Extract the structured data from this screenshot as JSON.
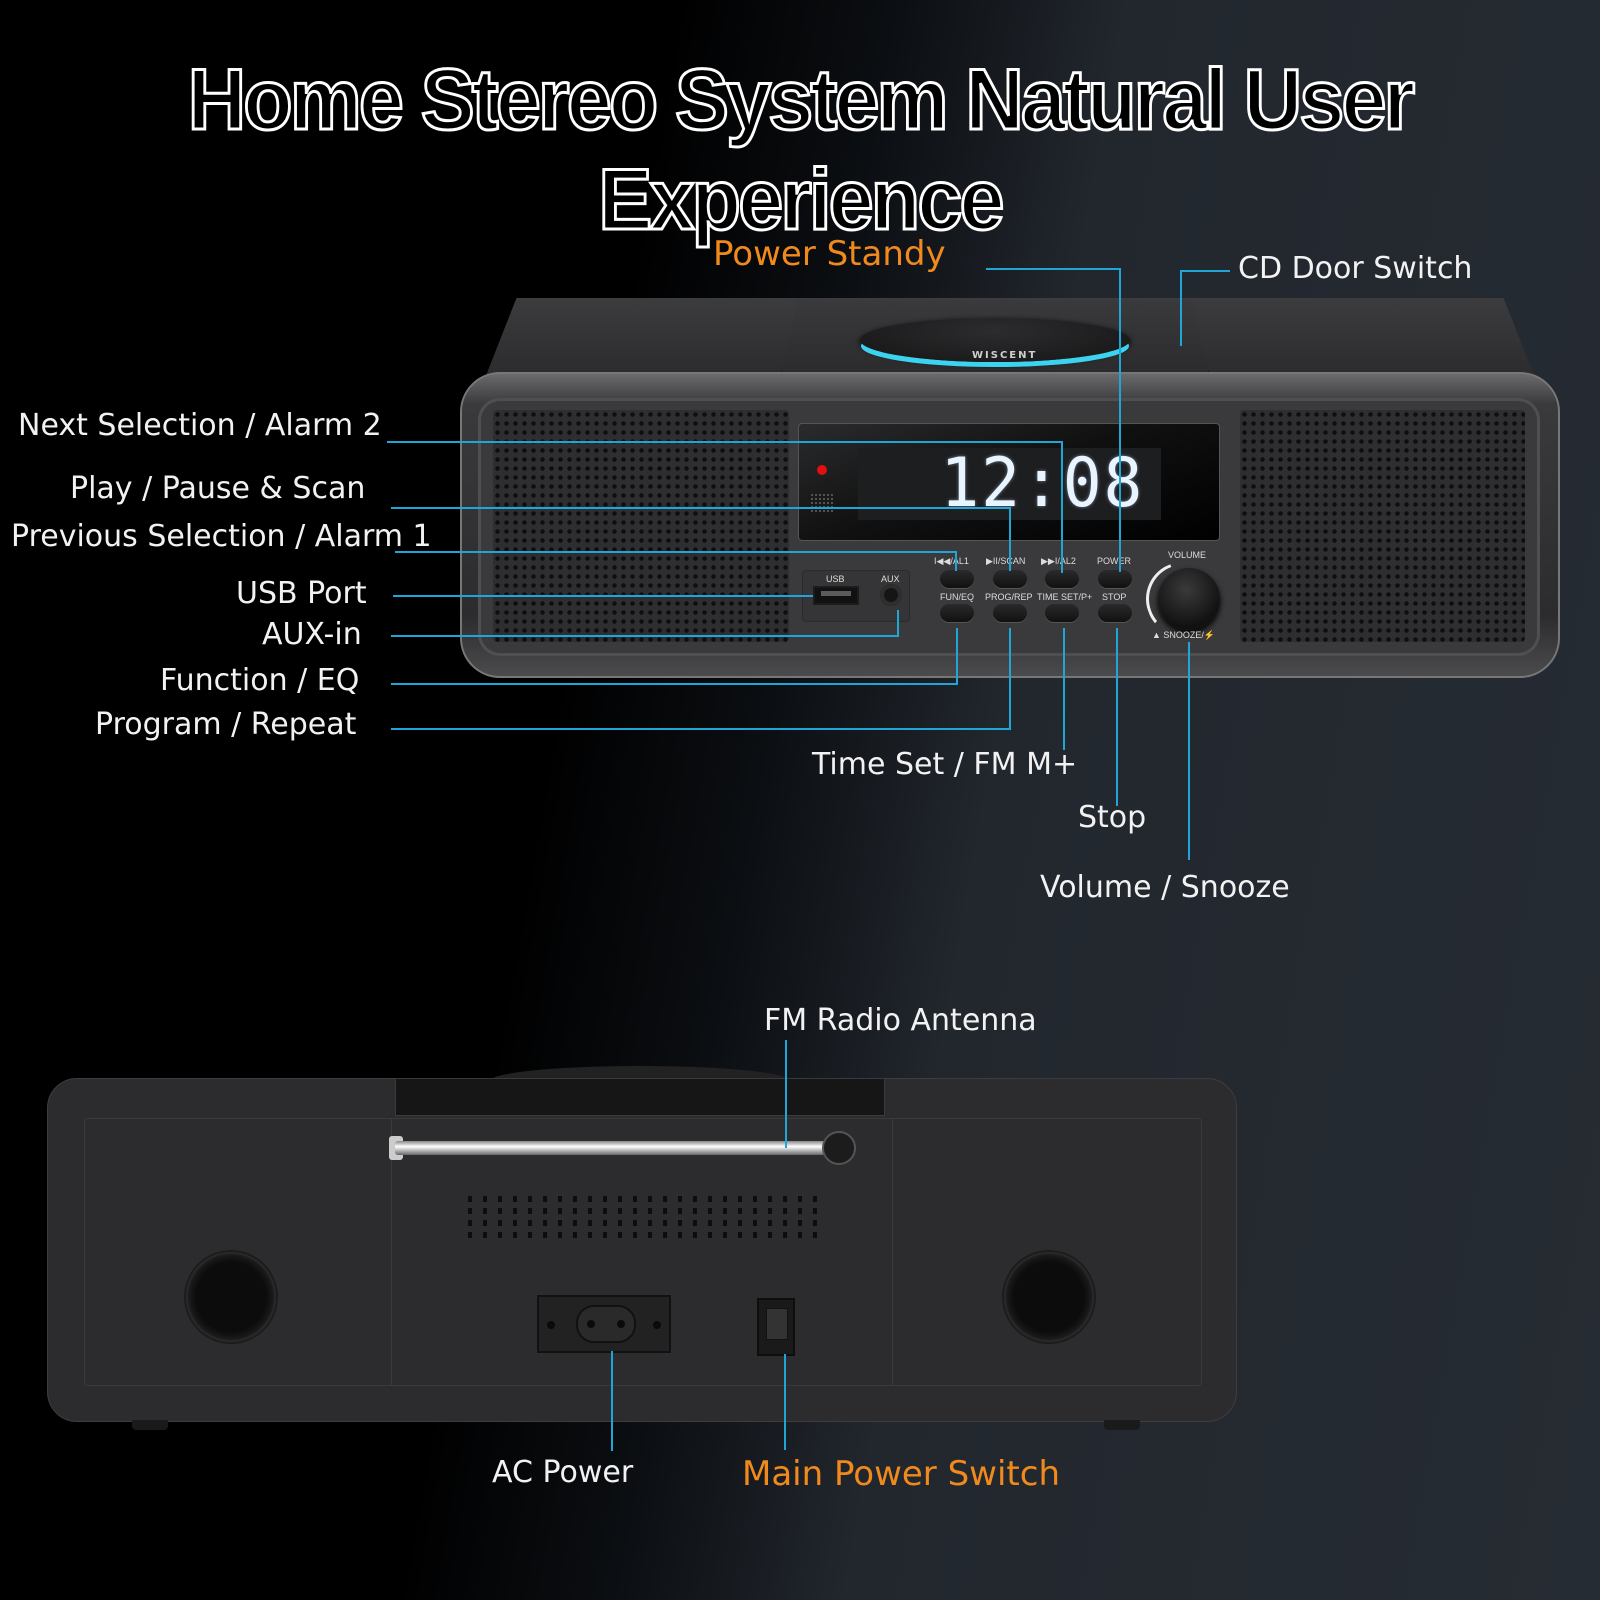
{
  "title": "Home Stereo System Natural User Experience",
  "colors": {
    "callout_line": "#1fa6d6",
    "highlight_label": "#f08a1c",
    "label": "#f2f2f2",
    "lcd_digits": "#e8f4ff",
    "disc_ring_glow": "#3cd3f0"
  },
  "front_unit": {
    "brand": "WISCENT",
    "display_time": "12:08",
    "port_labels": {
      "usb": "USB",
      "aux": "AUX"
    },
    "button_labels": {
      "prev_al1": "I◀◀/AL1",
      "play_scan": "▶II/SCAN",
      "next_al2": "▶▶I/AL2",
      "power": "POWER",
      "fun_eq": "FUN/EQ",
      "prog_rep": "PROG/REP",
      "time_set": "TIME SET/P+",
      "stop": "STOP"
    },
    "knob_labels": {
      "volume": "VOLUME",
      "snooze": "▲ SNOOZE/⚡"
    }
  },
  "callouts": {
    "power_standby": "Power Standy",
    "cd_door_switch": "CD Door Switch",
    "next_selection": "Next Selection / Alarm 2",
    "play_pause_scan": "Play / Pause & Scan",
    "previous_selection": "Previous Selection / Alarm 1",
    "usb_port": "USB Port",
    "aux_in": "AUX-in",
    "function_eq": "Function / EQ",
    "program_repeat": "Program / Repeat",
    "time_set_fm": "Time Set / FM M+",
    "stop": "Stop",
    "volume_snooze": "Volume / Snooze",
    "fm_antenna": "FM Radio Antenna",
    "ac_power": "AC Power",
    "main_power_switch": "Main Power Switch"
  }
}
